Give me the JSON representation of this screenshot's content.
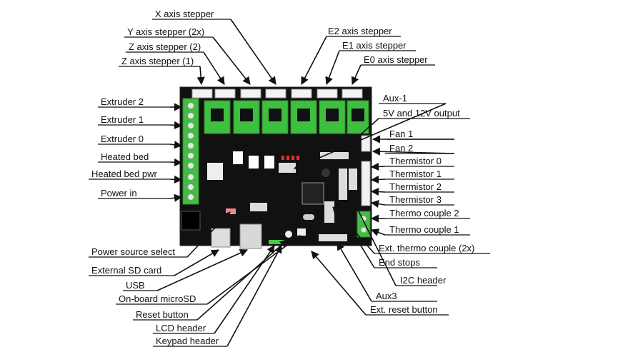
{
  "labels": {
    "x_stepper": "X axis stepper",
    "y_stepper": "Y axis stepper (2x)",
    "z_stepper_2": "Z axis stepper (2)",
    "z_stepper_1": "Z axis stepper (1)",
    "e2_stepper": "E2 axis stepper",
    "e1_stepper": "E1 axis stepper",
    "e0_stepper": "E0 axis stepper",
    "extruder_2": "Extruder 2",
    "extruder_1": "Extruder 1",
    "extruder_0": "Extruder 0",
    "heated_bed": "Heated bed",
    "heated_bed_pwr": "Heated bed pwr",
    "power_in": "Power in",
    "aux1": "Aux-1",
    "v5_12": "5V and 12V output",
    "fan1": "Fan 1",
    "fan2": "Fan 2",
    "thermistor0": "Thermistor 0",
    "thermistor1": "Thermistor 1",
    "thermistor2": "Thermistor 2",
    "thermistor3": "Thermistor 3",
    "thermocouple2": "Thermo couple 2",
    "thermocouple1": "Thermo couple 1",
    "ext_thermocouple": "Ext. thermo couple (2x)",
    "end_stops": "End stops",
    "i2c": "I2C header",
    "aux3": "Aux3",
    "ext_reset": "Ext. reset button",
    "power_source": "Power source select",
    "ext_sd": "External SD card",
    "usb": "USB",
    "microsd": "On-board microSD",
    "reset": "Reset button",
    "lcd": "LCD header",
    "keypad": "Keypad header"
  }
}
